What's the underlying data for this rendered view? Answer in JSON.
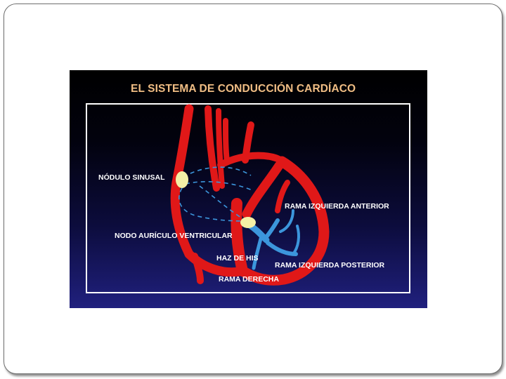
{
  "diagram": {
    "title": "EL SISTEMA DE CONDUCCIÓN CARDÍACO",
    "labels": {
      "nodulo_sinusal": "NÓDULO SINUSAL",
      "nodo_av": "NODO AURÍCULO VENTRICULAR",
      "haz_de_his": "HAZ DE HIS",
      "rama_derecha": "RAMA DERECHA",
      "rama_izq_anterior": "RAMA IZQUIERDA ANTERIOR",
      "rama_izq_posterior": "RAMA IZQUIERDA POSTERIOR"
    },
    "colors": {
      "heart_wall": "#e01818",
      "conduction": "#3c96dc",
      "nodes": "#f4f0a6",
      "title": "#f0bd84",
      "label": "#ffffff",
      "inner_frame": "#ffffff"
    }
  }
}
